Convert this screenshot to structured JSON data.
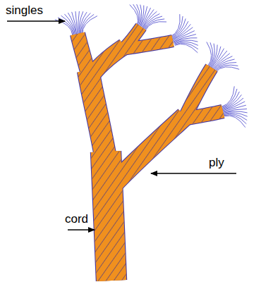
{
  "diagram": {
    "labels": [
      "singles",
      "ply",
      "cord"
    ]
  }
}
